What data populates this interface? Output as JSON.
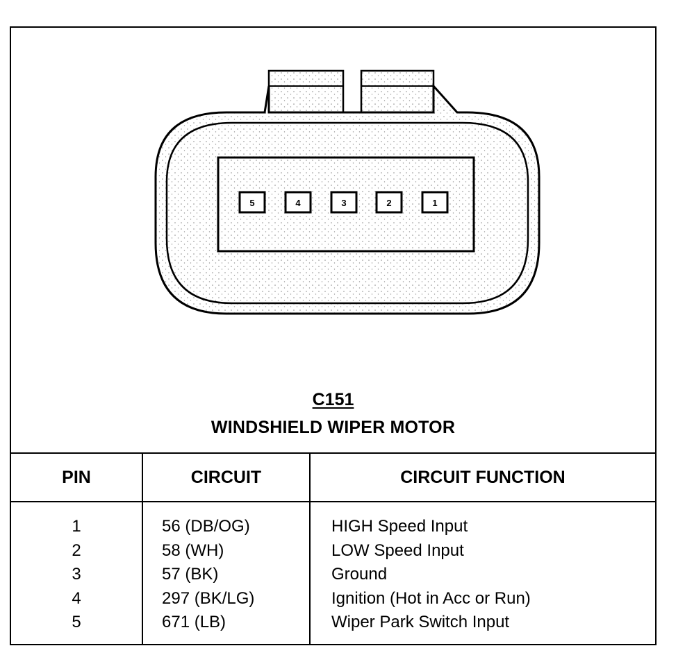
{
  "connector": {
    "id": "C151",
    "name": "WINDSHIELD WIPER MOTOR",
    "cavity_labels": [
      "5",
      "4",
      "3",
      "2",
      "1"
    ]
  },
  "table": {
    "headers": {
      "pin": "PIN",
      "circuit": "CIRCUIT",
      "function": "CIRCUIT FUNCTION"
    },
    "rows": [
      {
        "pin": "1",
        "circuit": "56 (DB/OG)",
        "function": "HIGH Speed Input"
      },
      {
        "pin": "2",
        "circuit": "58 (WH)",
        "function": "LOW Speed Input"
      },
      {
        "pin": "3",
        "circuit": "57 (BK)",
        "function": "Ground"
      },
      {
        "pin": "4",
        "circuit": "297 (BK/LG)",
        "function": "Ignition (Hot in Acc or Run)"
      },
      {
        "pin": "5",
        "circuit": "671 (LB)",
        "function": "Wiper Park Switch Input"
      }
    ]
  }
}
